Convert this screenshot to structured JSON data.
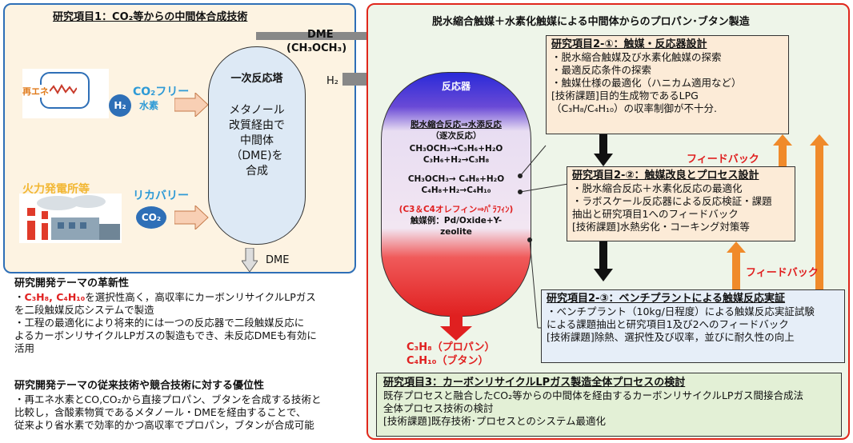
{
  "left": {
    "title": "研究項目1：CO₂等からの中間体合成技術",
    "renewable": "再エネ",
    "h2_symbol": "H₂",
    "co2_free_1": "CO₂フリー",
    "co2_free_2": "水素",
    "power_plant": "火力発電所等",
    "recovery": "リカバリー",
    "co2_symbol": "CO₂",
    "reactor_title": "一次反応塔",
    "reactor_body": [
      "メタノール",
      "改質経由で",
      "中間体",
      "（DME)を",
      "合成"
    ],
    "dme_out": "DME"
  },
  "flows": {
    "dme_1": "DME",
    "dme_2": "(CH₃OCH₃)",
    "h2": "H₂"
  },
  "innovation": {
    "title": "研究開発テーマの革新性",
    "l1a": "・",
    "l1red": "C₃H₈, C₄H₁₀",
    "l1b": "を選択性高く，高収率にカーボンリサイクルLPガス",
    "l2": "を二段触媒反応システムで製造",
    "l3": "・工程の最適化により将来的には一つの反応器で二段触媒反応に",
    "l4": "よるカーボンリサイクルLPガスの製造もでき、未反応DMEも有効に",
    "l5": "活用"
  },
  "advantage": {
    "title": "研究開発テーマの従来技術や競合技術に対する優位性",
    "l1": "・再エネ水素とCO,CO₂から直接プロパン、ブタンを合成する技術と",
    "l2": "比較し，含酸素物質であるメタノール・DMEを経由することで、",
    "l3": "従来より省水素で効率的かつ高収率でプロパン，ブタンが合成可能"
  },
  "right": {
    "title": "脱水縮合触媒＋水素化触媒による中間体からのプロパン･ブタン製造",
    "reactor_title": "反応器",
    "r1": "脱水縮合反応⇒水添反応",
    "r2": "（逐次反応）",
    "r3": "CH₃OCH₃→C₃H₆+H₂O",
    "r4": "C₃H₆+H₂→C₃H₈",
    "r5": "CH₃OCH₃→ C₄H₈+H₂O",
    "r6": "C₄H₈+H₂→C₄H₁₀",
    "r7": "(C3＆C4オレフィン⇒ﾊﾟﾗﾌｨﾝ)",
    "r8": "触媒例：Pd/Oxide+Y-",
    "r9": "zeolite",
    "product_1": "C₃H₈（プロパン）",
    "product_2": "C₄H₁₀（ブタン）"
  },
  "item21": {
    "h": "研究項目2-①：触媒・反応器設計",
    "l1": "・脱水縮合触媒及び水素化触媒の探索",
    "l2": "・最適反応条件の探索",
    "l3": "・触媒仕様の最適化（ハニカム適用など）",
    "l4": "[技術課題]目的生成物であるLPG",
    "l5": "（C₃H₈/C₄H₁₀）の収率制御が不十分."
  },
  "item22": {
    "h": "研究項目2-②：触媒改良とプロセス設計",
    "l1": "・脱水縮合反応＋水素化反応の最適化",
    "l2": "・ラボスケール反応器による反応検証・課題",
    "l3": "抽出と研究項目1へのフィードバック",
    "l4": "[技術課題]水熱劣化・コーキング対策等"
  },
  "item23": {
    "h": "研究項目2-③：ベンチプラントによる触媒反応実証",
    "l1": "・ベンチプラント（10kg/日程度）による触媒反応実証試験",
    "l2": "による課題抽出と研究項目1及び2へのフィードバック",
    "l3": "[技術課題]除熱、選択性及び収率，並びに耐久性の向上"
  },
  "item3": {
    "h": "研究項目3：カーボンリサイクルLPガス製造全体プロセスの検討",
    "l1": "既存プロセスと融合したCO₂等からの中間体を経由するカーボンリサイクルLPガス間接合成法",
    "l2": "全体プロセス技術の検討",
    "l3": "[技術課題]既存技術･プロセスとのシステム最適化"
  },
  "feedback_1": "フィードバック",
  "feedback_2": "フィードバック",
  "colors": {
    "left_border": "#2e6fb7",
    "right_border": "#e0271c",
    "accent_red": "#e02020",
    "feedback_arrow": "#f08a2a"
  }
}
